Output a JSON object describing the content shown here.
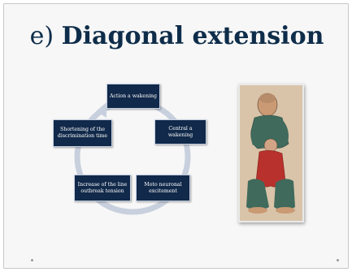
{
  "slide": {
    "title_prefix": "e)",
    "title_main": "Diagonal extension"
  },
  "cycle": {
    "nodes": [
      {
        "label": "Action a wakening"
      },
      {
        "label": "Central a wakening"
      },
      {
        "label": "Moto neuronal excitement"
      },
      {
        "label": "Increase of the line outbreak tension"
      },
      {
        "label": "Shortening of the discrimination time"
      }
    ],
    "node_color": "#11294a",
    "ring_color": "#c8d0de"
  },
  "image": {
    "subject": "illustration of a man stretching a seated child"
  }
}
